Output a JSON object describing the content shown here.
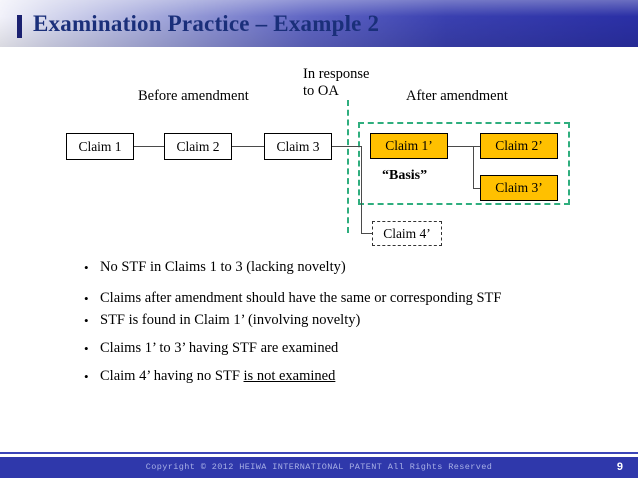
{
  "slide": {
    "title": "Examination Practice – Example 2",
    "page_number": "9",
    "accent_color": "#1a2f7a",
    "header_gradient_end": "#2a2fa5",
    "amended_box_color": "#FFC000",
    "group_outline_color": "#2fae7e"
  },
  "diagram": {
    "captions": {
      "before": "Before amendment",
      "in_response_line1": "In response",
      "in_response_line2": "to OA",
      "after": "After amendment"
    },
    "before_boxes": [
      {
        "label": "Claim 1"
      },
      {
        "label": "Claim 2"
      },
      {
        "label": "Claim 3"
      }
    ],
    "after_boxes": [
      {
        "label": "Claim 1’"
      },
      {
        "label": "Claim 2’"
      },
      {
        "label": "Claim 3’"
      }
    ],
    "excluded_box": {
      "label": "Claim 4’"
    },
    "basis_label": "“Basis”"
  },
  "bullets": [
    {
      "text": "No STF in Claims 1 to 3 (lacking novelty)",
      "marker": "•"
    },
    {
      "text": "Claims after amendment should have the same or corresponding STF",
      "marker": "•"
    },
    {
      "text": "STF is found in Claim 1’ (involving novelty)",
      "marker": "•"
    },
    {
      "text": "Claims 1’ to 3’ having STF are examined",
      "marker": "•"
    },
    {
      "text_plain": "Claim 4’ having no STF ",
      "text_underlined": "is not examined",
      "marker": "•"
    }
  ],
  "footer": {
    "copyright": "Copyright © 2012 HEIWA INTERNATIONAL PATENT All Rights Reserved",
    "page_number": "9"
  }
}
